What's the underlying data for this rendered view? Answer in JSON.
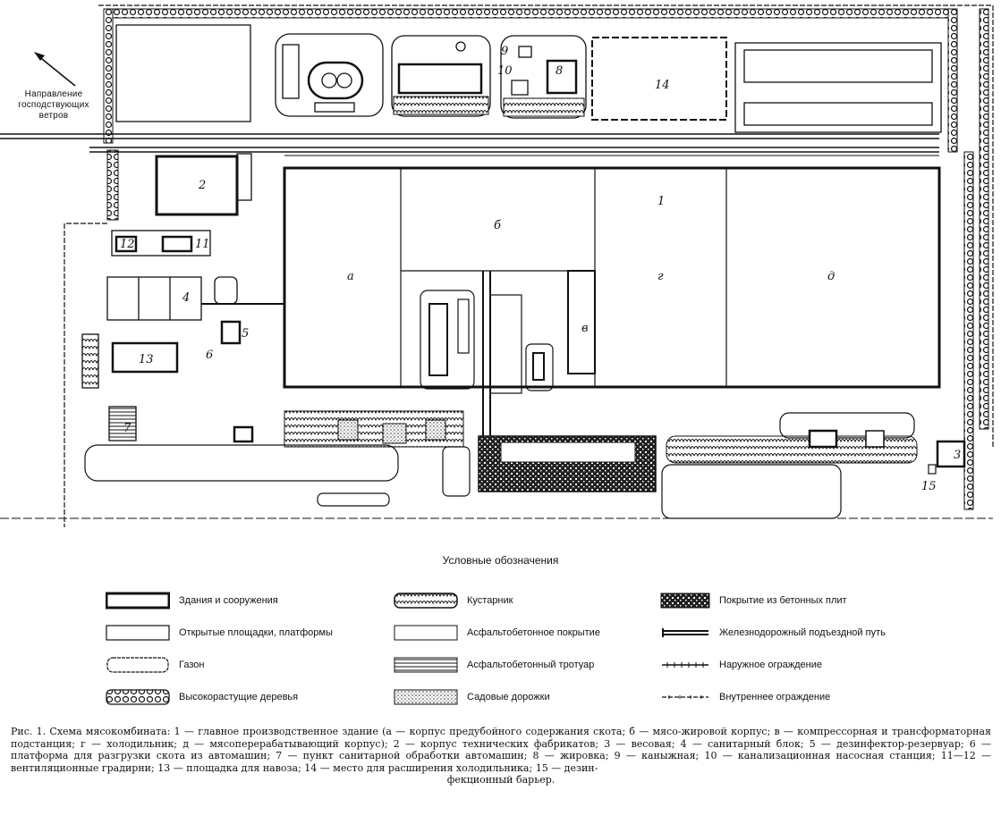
{
  "wind": {
    "line1": "Направление",
    "line2": "господствующих",
    "line3": "ветров"
  },
  "building_letters": {
    "a": "а",
    "b": "б",
    "v": "в",
    "g": "г",
    "d": "д"
  },
  "building_numbers": {
    "n1": "1",
    "n2": "2",
    "n3": "3",
    "n4": "4",
    "n5": "5",
    "n6": "6",
    "n7": "7",
    "n8": "8",
    "n9": "9",
    "n10": "10",
    "n11": "11",
    "n12": "12",
    "n13": "13",
    "n14": "14",
    "n15": "15"
  },
  "legend": {
    "title": "Условные обозначения",
    "items": [
      {
        "label": "Здания и сооружения",
        "symbol": "building"
      },
      {
        "label": "Открытые площадки, платформы",
        "symbol": "open"
      },
      {
        "label": "Газон",
        "symbol": "lawn"
      },
      {
        "label": "Высокорастущие деревья",
        "symbol": "trees"
      },
      {
        "label": "Кустарник",
        "symbol": "shrub"
      },
      {
        "label": "Асфальтобетонное покрытие",
        "symbol": "asphalt"
      },
      {
        "label": "Асфальтобетонный тротуар",
        "symbol": "sidewalk"
      },
      {
        "label": "Садовые дорожки",
        "symbol": "garden-path"
      },
      {
        "label": "Покрытие из бетонных плит",
        "symbol": "concrete"
      },
      {
        "label": "Железнодорожный подъездной путь",
        "symbol": "railway"
      },
      {
        "label": "Наружное ограждение",
        "symbol": "outer-fence"
      },
      {
        "label": "Внутреннее ограждение",
        "symbol": "inner-fence"
      }
    ]
  },
  "caption": {
    "text": "Рис. 1. Схема мясокомбината: 1 — главное производственное здание (а — корпус предубойного содержания скота; б — мясо-жировой корпус; в — компрессорная и трансформаторная подстанция; г — холодильник; д — мясоперерабатывающий корпус); 2 — корпус технических фабрикатов; 3 — весовая; 4 — санитарный блок; 5 — дезинфектор-резервуар; 6 — платформа для разгрузки скота из автомашин; 7 — пункт санитарной обработки автомашин; 8 — жировка; 9 — каныжная; 10 — канализационная насосная станция; 11—12 — вентиляционные градирни; 13 — площадка для навоза; 14 — место для расширения холодильника; 15 — дезин-",
    "last_line": "фекционный барьер."
  },
  "colors": {
    "ink": "#111111",
    "paper": "#ffffff",
    "gray": "#cfcfcf"
  }
}
